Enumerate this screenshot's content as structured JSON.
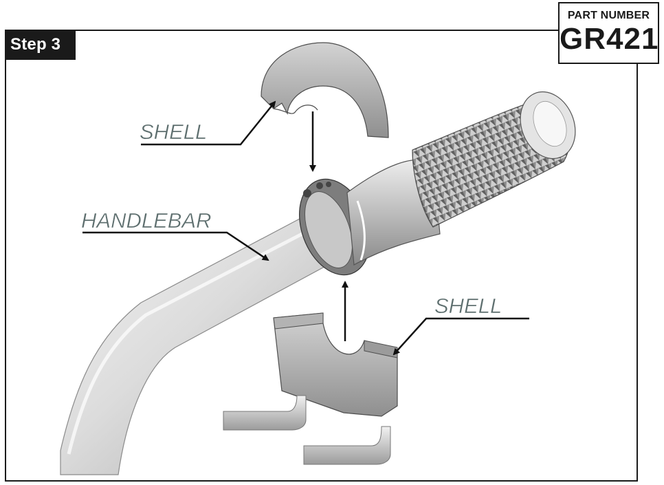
{
  "step_label": "Step 3",
  "part_number": {
    "label": "PART NUMBER",
    "value": "GR421"
  },
  "callouts": {
    "shell_top": "SHELL",
    "handlebar": "HANDLEBAR",
    "shell_bottom": "SHELL"
  },
  "colors": {
    "label_text": "#5d6e6e",
    "frame": "#1a1a1a",
    "badge_bg": "#1a1a1a"
  }
}
